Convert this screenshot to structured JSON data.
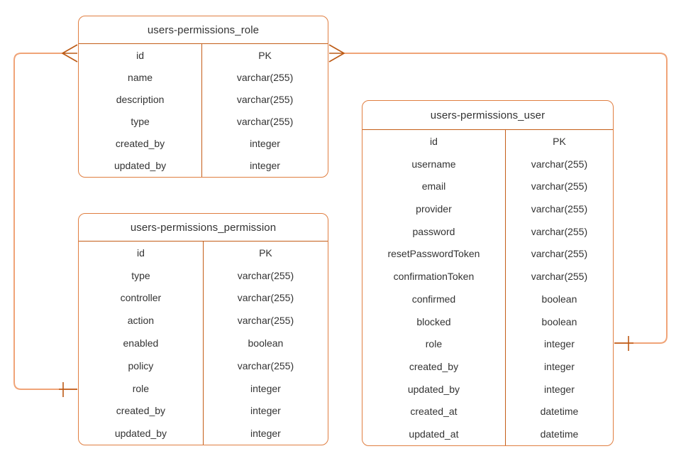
{
  "diagram": {
    "kind": "entity-relationship-diagram",
    "tables": [
      {
        "name": "users-permissions_role",
        "rows": [
          {
            "field": "id",
            "type": "PK"
          },
          {
            "field": "name",
            "type": "varchar(255)"
          },
          {
            "field": "description",
            "type": "varchar(255)"
          },
          {
            "field": "type",
            "type": "varchar(255)"
          },
          {
            "field": "created_by",
            "type": "integer"
          },
          {
            "field": "updated_by",
            "type": "integer"
          }
        ]
      },
      {
        "name": "users-permissions_permission",
        "rows": [
          {
            "field": "id",
            "type": "PK"
          },
          {
            "field": "type",
            "type": "varchar(255)"
          },
          {
            "field": "controller",
            "type": "varchar(255)"
          },
          {
            "field": "action",
            "type": "varchar(255)"
          },
          {
            "field": "enabled",
            "type": "boolean"
          },
          {
            "field": "policy",
            "type": "varchar(255)"
          },
          {
            "field": "role",
            "type": "integer"
          },
          {
            "field": "created_by",
            "type": "integer"
          },
          {
            "field": "updated_by",
            "type": "integer"
          }
        ]
      },
      {
        "name": "users-permissions_user",
        "rows": [
          {
            "field": "id",
            "type": "PK"
          },
          {
            "field": "username",
            "type": "varchar(255)"
          },
          {
            "field": "email",
            "type": "varchar(255)"
          },
          {
            "field": "provider",
            "type": "varchar(255)"
          },
          {
            "field": "password",
            "type": "varchar(255)"
          },
          {
            "field": "resetPasswordToken",
            "type": "varchar(255)"
          },
          {
            "field": "confirmationToken",
            "type": "varchar(255)"
          },
          {
            "field": "confirmed",
            "type": "boolean"
          },
          {
            "field": "blocked",
            "type": "boolean"
          },
          {
            "field": "role",
            "type": "integer"
          },
          {
            "field": "created_by",
            "type": "integer"
          },
          {
            "field": "updated_by",
            "type": "integer"
          },
          {
            "field": "created_at",
            "type": "datetime"
          },
          {
            "field": "updated_at",
            "type": "datetime"
          }
        ]
      }
    ],
    "relationships": [
      {
        "from": "users-permissions_role.id",
        "to": "users-permissions_permission.role",
        "from_cardinality": "many (crow's foot)",
        "to_cardinality": "one (bar)"
      },
      {
        "from": "users-permissions_role.id",
        "to": "users-permissions_user.role",
        "from_cardinality": "many (crow's foot)",
        "to_cardinality": "one (bar)"
      }
    ],
    "colors": {
      "table_border": "#E07E41",
      "table_divider": "#C45D17",
      "connector_line": "#F0A478",
      "marker": "#BC5A15",
      "text": "#333333"
    }
  }
}
